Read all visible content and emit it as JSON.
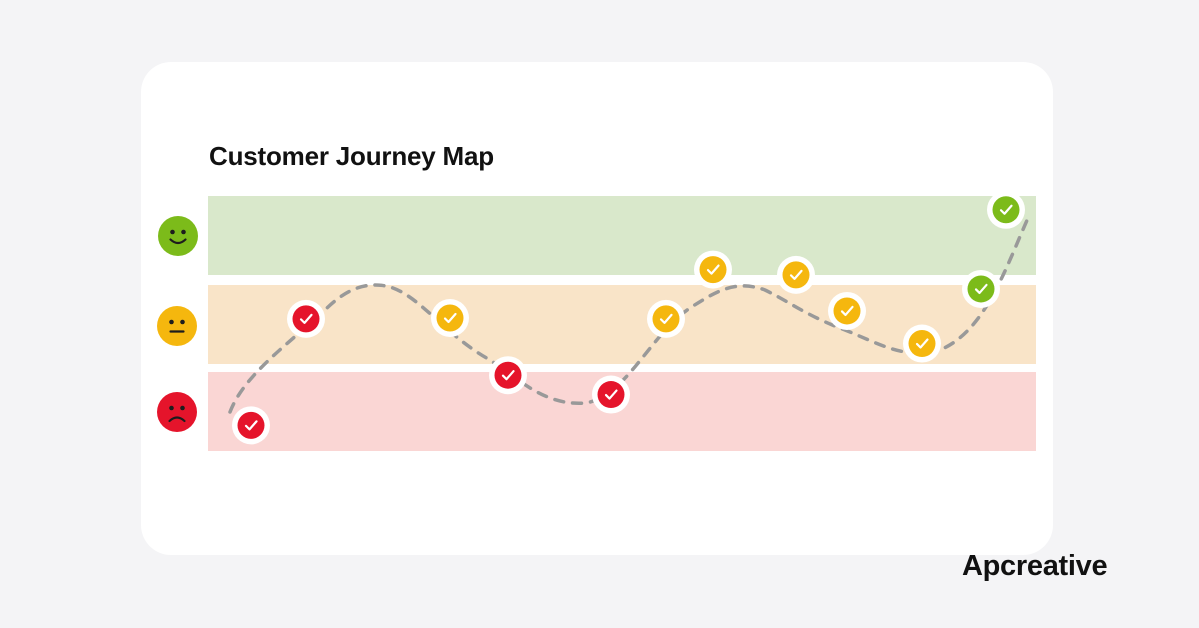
{
  "title": "Customer Journey Map",
  "brand": "Apcreative",
  "colors": {
    "happy_band": "#d9e8cb",
    "neutral_band": "#f9e4c8",
    "sad_band": "#fad6d4",
    "happy": "#7cbb1a",
    "neutral": "#f5b70e",
    "sad": "#e5142b",
    "path": "#999999"
  },
  "levels": [
    {
      "name": "happy",
      "icon": "happy-face-icon"
    },
    {
      "name": "neutral",
      "icon": "neutral-face-icon"
    },
    {
      "name": "sad",
      "icon": "sad-face-icon"
    }
  ],
  "chart_data": {
    "type": "line",
    "title": "Customer Journey Map",
    "y_levels": [
      "sad",
      "neutral",
      "happy"
    ],
    "touchpoints": [
      {
        "step": 1,
        "sentiment": "sad",
        "marker": "check-icon",
        "value": 0.28
      },
      {
        "step": 2,
        "sentiment": "sad",
        "marker": "check-icon",
        "value": 1.49
      },
      {
        "step": 3,
        "sentiment": "neutral",
        "marker": "check-icon",
        "value": 1.5
      },
      {
        "step": 4,
        "sentiment": "sad",
        "marker": "check-icon",
        "value": 0.85
      },
      {
        "step": 5,
        "sentiment": "sad",
        "marker": "check-icon",
        "value": 0.63
      },
      {
        "step": 6,
        "sentiment": "neutral",
        "marker": "check-icon",
        "value": 1.49
      },
      {
        "step": 7,
        "sentiment": "neutral",
        "marker": "check-icon",
        "value": 2.05
      },
      {
        "step": 8,
        "sentiment": "neutral",
        "marker": "check-icon",
        "value": 1.99
      },
      {
        "step": 9,
        "sentiment": "neutral",
        "marker": "check-icon",
        "value": 1.58
      },
      {
        "step": 10,
        "sentiment": "neutral",
        "marker": "check-icon",
        "value": 1.21
      },
      {
        "step": 11,
        "sentiment": "happy",
        "marker": "check-icon",
        "value": 1.83
      },
      {
        "step": 12,
        "sentiment": "happy",
        "marker": "check-icon",
        "value": 2.73
      }
    ]
  }
}
